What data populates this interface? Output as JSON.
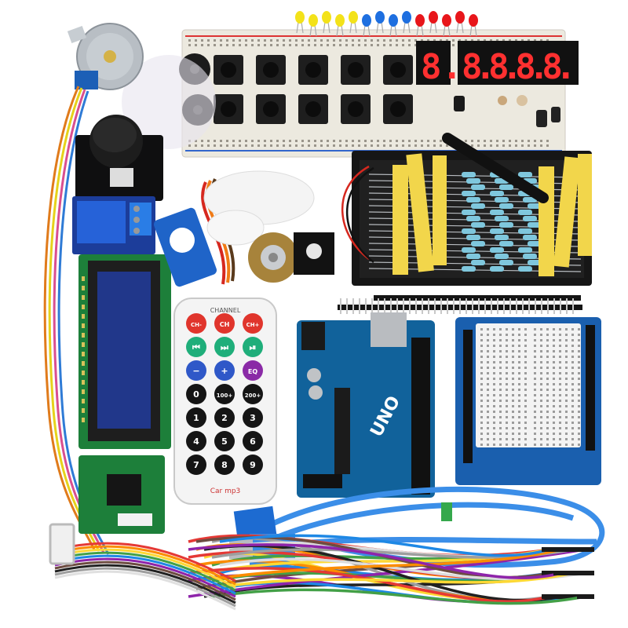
{
  "photo": {
    "remote": {
      "brand": "CHANNEL",
      "logo": "Car mp3",
      "buttons": [
        {
          "label": "CH-",
          "color": "#e0352c"
        },
        {
          "label": "CH",
          "color": "#e0352c"
        },
        {
          "label": "CH+",
          "color": "#e0352c"
        },
        {
          "label": "⏮",
          "color": "#1fae7a"
        },
        {
          "label": "⏭",
          "color": "#1fae7a"
        },
        {
          "label": "⏯",
          "color": "#1fae7a"
        },
        {
          "label": "−",
          "color": "#2f58c8"
        },
        {
          "label": "+",
          "color": "#2f58c8"
        },
        {
          "label": "EQ",
          "color": "#8a2aa6"
        },
        {
          "label": "0",
          "color": "#151515"
        },
        {
          "label": "100+",
          "color": "#151515"
        },
        {
          "label": "200+",
          "color": "#151515"
        },
        {
          "label": "1",
          "color": "#151515"
        },
        {
          "label": "2",
          "color": "#151515"
        },
        {
          "label": "3",
          "color": "#151515"
        },
        {
          "label": "4",
          "color": "#151515"
        },
        {
          "label": "5",
          "color": "#151515"
        },
        {
          "label": "6",
          "color": "#151515"
        },
        {
          "label": "7",
          "color": "#151515"
        },
        {
          "label": "8",
          "color": "#151515"
        },
        {
          "label": "9",
          "color": "#151515"
        }
      ]
    },
    "board": {
      "logo": "UNO"
    },
    "seven_segment": {
      "single": "8.",
      "quad": "8.8.8.8."
    },
    "led_colors": [
      "#f3e21a",
      "#f3e21a",
      "#f3e21a",
      "#f3e21a",
      "#f3e21a",
      "#1e6fe0",
      "#1e6fe0",
      "#1e6fe0",
      "#1e6fe0",
      "#e8161b",
      "#e8161b",
      "#e8161b",
      "#e8161b",
      "#e8161b"
    ],
    "jumper_colors": [
      "#e53935",
      "#fb8c00",
      "#fdd835",
      "#43a047",
      "#1e88e5",
      "#8e24aa",
      "#6d4c41",
      "#212121",
      "#9e9e9e",
      "#ffffff"
    ]
  }
}
